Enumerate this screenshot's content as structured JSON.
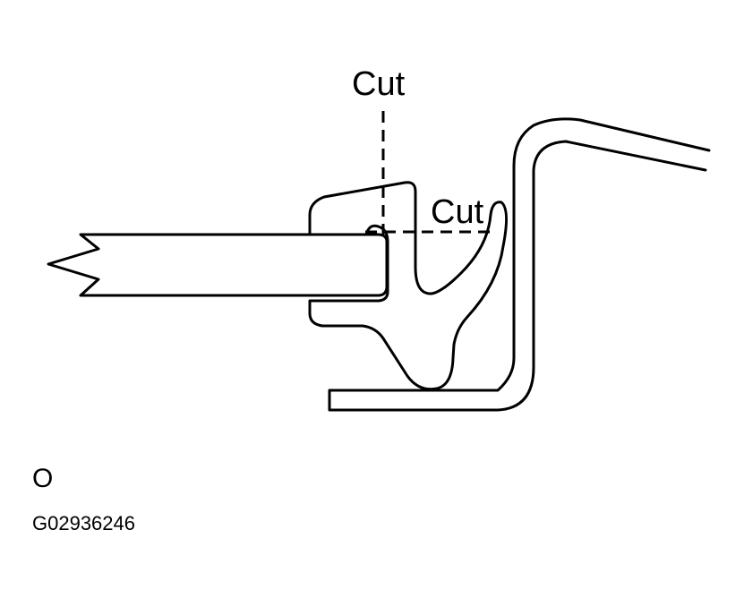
{
  "labels": {
    "cut_vertical": "Cut",
    "cut_horizontal": "Cut"
  },
  "footer": {
    "view_letter": "O",
    "figure_code": "G02936246"
  },
  "colors": {
    "stroke": "#000000",
    "background": "#ffffff"
  }
}
